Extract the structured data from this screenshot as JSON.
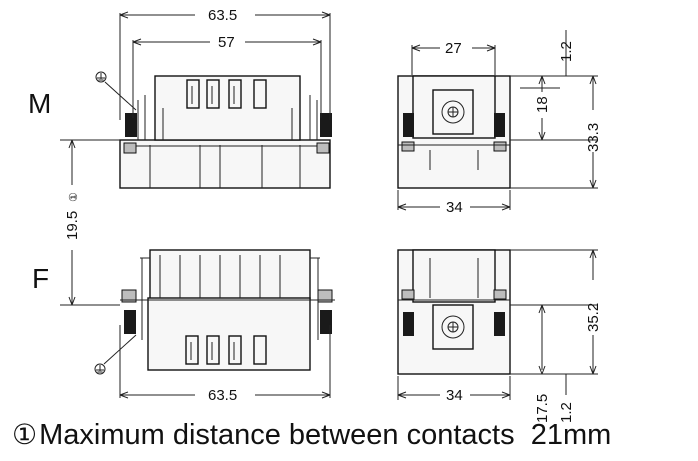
{
  "labels": {
    "male": "M",
    "female": "F"
  },
  "dimensions": {
    "male_top_width": "63.5",
    "male_inner_width": "57",
    "male_side_top": "27",
    "male_side_bottom": "34",
    "male_side_gap": "1.2",
    "male_side_18": "18",
    "male_side_height": "33.3",
    "mid_height": "19.5",
    "mid_height_marker": "①",
    "female_bottom_width": "63.5",
    "female_side_bottom": "34",
    "female_side_height": "35.2",
    "female_side_17": "17.5",
    "female_side_gap": "1.2"
  },
  "footnote": {
    "marker": "①",
    "text": "Maximum distance between contacts",
    "value": "21mm"
  },
  "icons": {
    "ground_top": "ground-symbol-icon",
    "ground_bottom": "ground-symbol-icon"
  }
}
